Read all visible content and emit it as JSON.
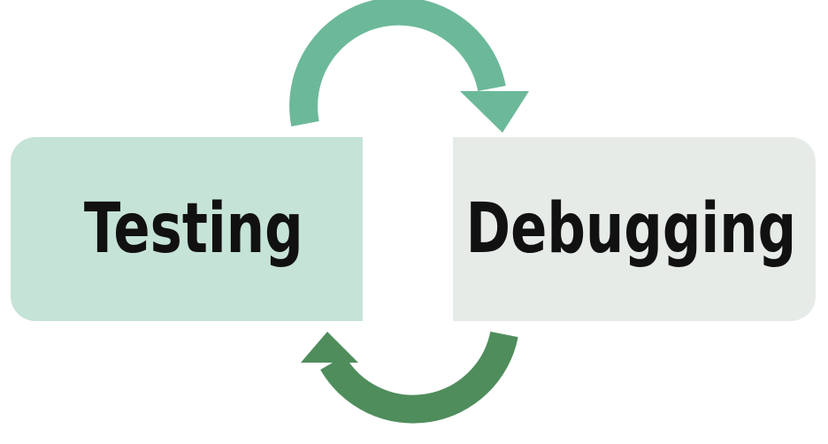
{
  "diagram": {
    "boxes": {
      "testing": {
        "label": "Testing",
        "color": "#c5e3d6"
      },
      "debugging": {
        "label": "Debugging",
        "color": "#e7ebe8"
      }
    },
    "arrows": {
      "top": {
        "from": "Testing",
        "to": "Debugging",
        "color": "#6cb99a"
      },
      "bottom": {
        "from": "Debugging",
        "to": "Testing",
        "color": "#4f8d5c"
      }
    },
    "text_color": "#111111"
  }
}
